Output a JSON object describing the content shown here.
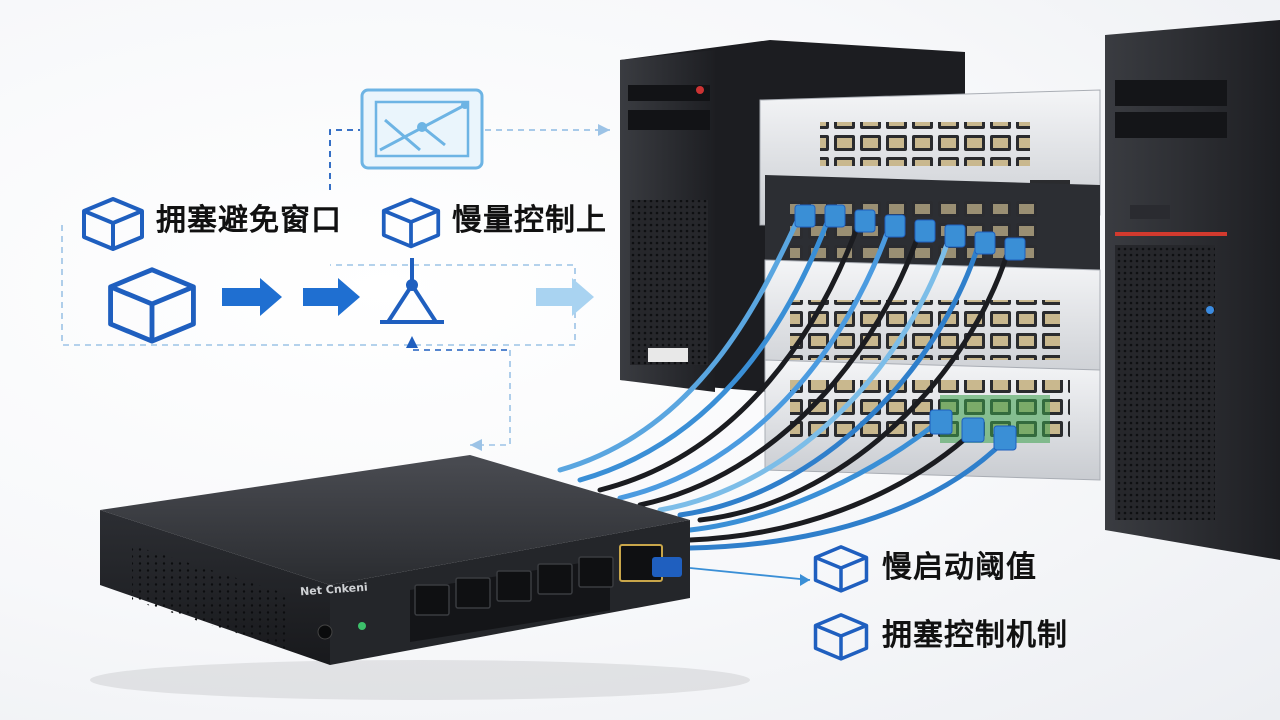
{
  "labels": {
    "congestion_avoidance_window": "拥塞避免窗口",
    "slow_start_limit": "慢量控制上",
    "slow_start_threshold": "慢启动阈值",
    "congestion_control_mechanism": "拥塞控制机制"
  },
  "device_brand": "Net Cnkeni",
  "colors": {
    "accent_blue": "#1f5fbf",
    "light_blue": "#8ec6ea",
    "dashed_line": "#9cc3e6",
    "device_dark": "#2b2d31",
    "cable_blue": "#3a8fd6",
    "cable_black": "#1b1c20"
  },
  "icons": [
    "cube-icon",
    "network-diagram-icon",
    "flow-arrow-icon",
    "funnel-icon"
  ]
}
